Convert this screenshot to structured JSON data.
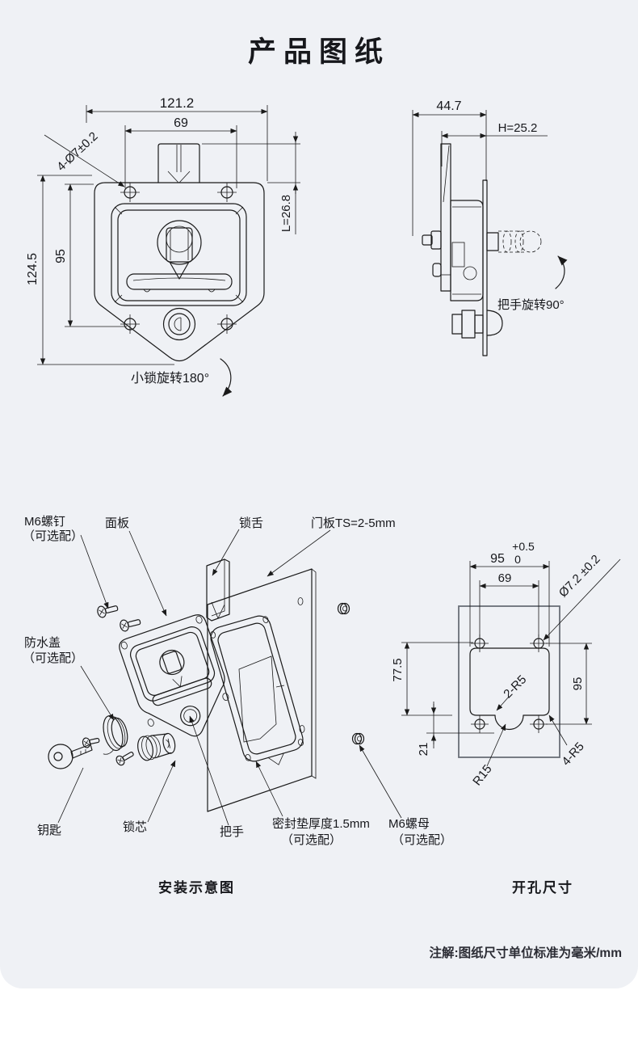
{
  "page": {
    "title": "产品图纸",
    "note": "注解:图纸尺寸单位标准为毫米/mm",
    "colors": {
      "card_background": "#eff1f5",
      "page_background": "#ffffff",
      "line_ink": "#1a1a1a"
    }
  },
  "front_view": {
    "dims": {
      "overall_width": "121.2",
      "hole_spacing_width": "69",
      "hole_callout": "4-Ø7±0.2",
      "overall_height": "124.5",
      "hole_spacing_height": "95",
      "latch_length": "L=26.8"
    },
    "rotate_note": "小锁旋转180°"
  },
  "side_view": {
    "dims": {
      "depth": "44.7",
      "grip_height": "H=25.2"
    },
    "rotate_note": "把手旋转90°"
  },
  "exploded_view": {
    "caption": "安装示意图",
    "optional": "（可选配）",
    "labels": {
      "screw": "M6螺钉",
      "panel": "面板",
      "latch_tongue": "锁舌",
      "door_panel": "门板TS=2-5mm",
      "waterproof_cover": "防水盖",
      "key": "钥匙",
      "lock_core": "锁芯",
      "handle": "把手",
      "gasket": "密封垫厚度1.5mm",
      "nut": "M6螺母"
    }
  },
  "cutout_view": {
    "caption": "开孔尺寸",
    "dims": {
      "cutout_width": "95",
      "width_tol_upper": "+0.5",
      "width_tol_lower": "0",
      "hole_spacing_width": "69",
      "hole_callout": "Ø7.2 ±0.2",
      "left_height": "77.5",
      "hole_spacing_height": "95",
      "notch_depth": "21",
      "top_corner_radius": "2-R5",
      "notch_radius": "R15",
      "corner_radius": "4-R5"
    }
  }
}
